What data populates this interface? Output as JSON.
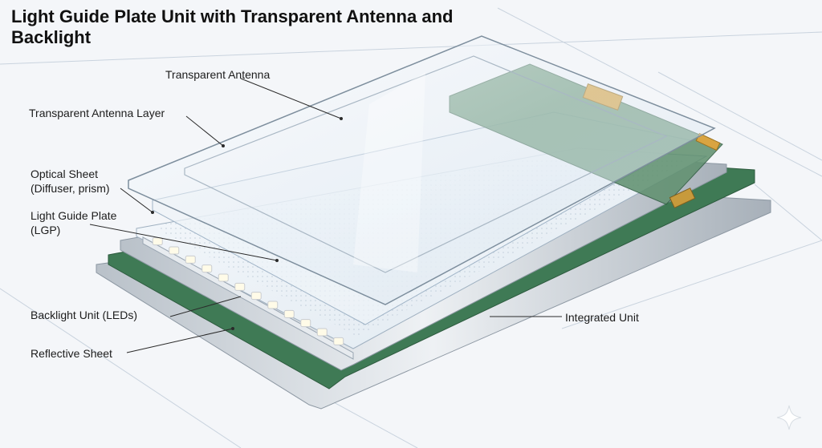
{
  "title": "Light Guide Plate Unit with Transparent Antenna and Backlight",
  "labels": {
    "transparent_antenna": "Transparent Antenna",
    "antenna_layer": "Transparent Antenna Layer",
    "optical_sheet_line1": "Optical Sheet",
    "optical_sheet_line2": "(Diffuser, prism)",
    "lgp_line1": "Light Guide Plate",
    "lgp_line2": "(LGP)",
    "backlight_unit": "Backlight Unit (LEDs)",
    "reflective_sheet": "Reflective Sheet",
    "integrated_unit": "Integrated Unit"
  },
  "colors": {
    "background": "#f4f6f9",
    "pcb_green": "#3f7a55",
    "glass": "#e8f0f6",
    "leader_line": "#2a2a2a",
    "connector_gold": "#d9a441"
  },
  "icons": {
    "corner": "sparkle-icon"
  }
}
